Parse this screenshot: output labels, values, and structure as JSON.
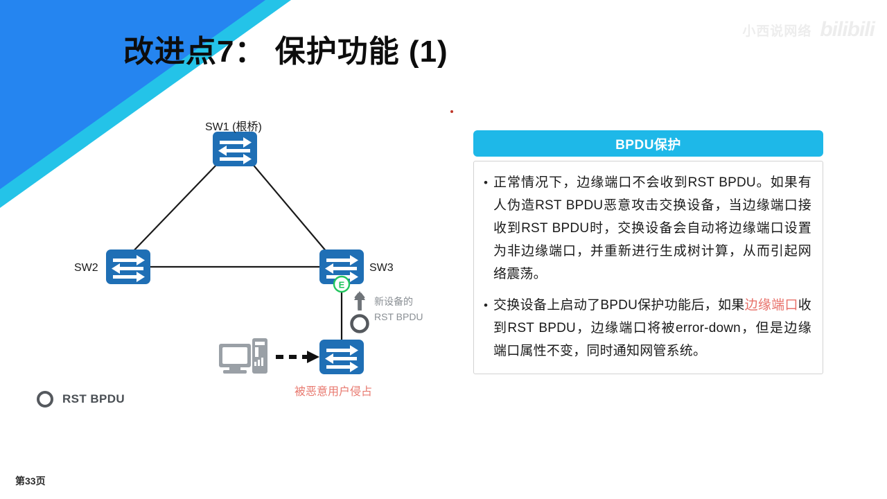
{
  "slide": {
    "title": "改进点7： 保护功能 (1)",
    "page_number": "第33页",
    "watermark_text": "小西说网络",
    "watermark_logo": "bilibili",
    "accent_blue": "#1EB8E8",
    "corner_blue_dark": "#2585F0",
    "corner_blue_light": "#24C3E8",
    "switch_blue": "#1F6FB5",
    "highlight_red": "#e8716a"
  },
  "diagram": {
    "nodes": [
      {
        "id": "sw1",
        "label": "SW1 (根桥)"
      },
      {
        "id": "sw2",
        "label": "SW2"
      },
      {
        "id": "sw3",
        "label": "SW3"
      },
      {
        "id": "edge_badge",
        "label": "E"
      },
      {
        "id": "rogue_switch",
        "label": ""
      },
      {
        "id": "pc",
        "label": ""
      }
    ],
    "annotations": {
      "rst_bpdu_arrow_line1": "新设备的",
      "rst_bpdu_arrow_line2": "RST BPDU",
      "rogue_caption": "被恶意用户侵占"
    },
    "legend": {
      "symbol": "circle-outline",
      "label": "RST BPDU"
    }
  },
  "panel": {
    "header": "BPDU保护",
    "bullets": [
      {
        "marker": "•",
        "segments": [
          {
            "text": "正常情况下，边缘端口不会收到RST BPDU。如果有人伪造RST BPDU恶意攻击交换设备，当边缘端口接收到RST BPDU时，交换设备会自动将边缘端口设置为非边缘端口，并重新进行生成树计算，从而引起网络震荡。",
            "style": "normal"
          }
        ]
      },
      {
        "marker": "•",
        "segments": [
          {
            "text": "交换设备上启动了BPDU保护功能后，如果",
            "style": "normal"
          },
          {
            "text": "边缘端口",
            "style": "red"
          },
          {
            "text": "收到RST BPDU，边缘端口将被error-down，但是边缘端口属性不变，同时通知网管系统。",
            "style": "normal"
          }
        ]
      }
    ]
  }
}
